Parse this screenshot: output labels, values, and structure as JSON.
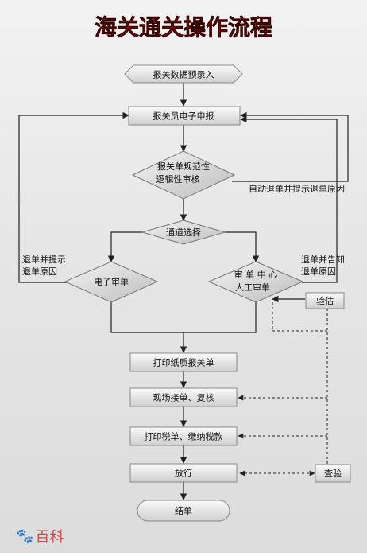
{
  "title": "海关通关操作流程",
  "nodes": {
    "predeclare": "报关数据预录入",
    "declarer": "报关员电子申报",
    "logic_check_line1": "报关单规范性",
    "logic_check_line2": "逻辑性审核",
    "channel": "通道选择",
    "e_review": "电子审单",
    "manual_line1": "审 单 中 心",
    "manual_line2": "人工审单",
    "inspect": "验估",
    "print_paper": "打印纸质报关单",
    "onsite": "现场接单、复核",
    "print_tax": "打印税单、缴纳税款",
    "release": "放行",
    "verify": "查验",
    "end": "结单"
  },
  "labels": {
    "auto_return": "自动退单并提示退单原因",
    "return_left_line1": "退单并提示",
    "return_left_line2": "退单原因",
    "return_right_line1": "退单并告知",
    "return_right_line2": "退单原因"
  },
  "watermark": "百科"
}
